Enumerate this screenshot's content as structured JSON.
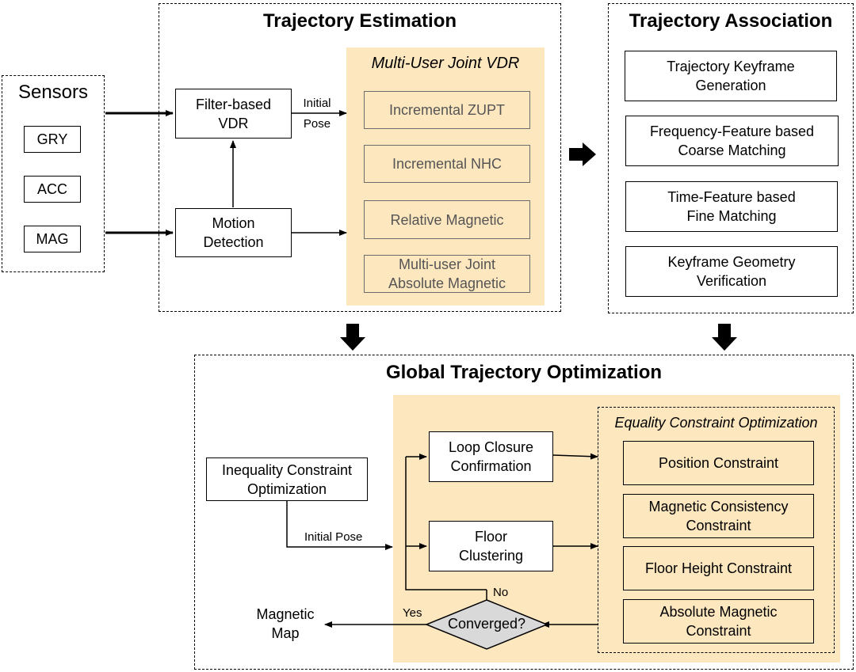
{
  "colors": {
    "panel_fill": "#fde7bf",
    "diamond_fill": "#d9d9d9",
    "line": "#000000"
  },
  "sensors": {
    "title": "Sensors",
    "items": [
      "GRY",
      "ACC",
      "MAG"
    ]
  },
  "trajectory_estimation": {
    "title": "Trajectory Estimation",
    "filter_vdr": "Filter-based\nVDR",
    "motion_detection": "Motion\nDetection",
    "initial_pose_label": "Initial\nPose",
    "multi_user": {
      "title": "Multi-User Joint VDR",
      "items": [
        "Incremental ZUPT",
        "Incremental NHC",
        "Relative Magnetic",
        "Multi-user Joint\nAbsolute Magnetic"
      ]
    }
  },
  "trajectory_association": {
    "title": "Trajectory Association",
    "items": [
      "Trajectory Keyframe\nGeneration",
      "Frequency-Feature based\nCoarse Matching",
      "Time-Feature based\nFine Matching",
      "Keyframe Geometry\nVerification"
    ]
  },
  "global_optimization": {
    "title": "Global Trajectory Optimization",
    "inequality": "Inequality Constraint\nOptimization",
    "initial_pose_label": "Initial Pose",
    "loop_closure": "Loop Closure\nConfirmation",
    "floor_clustering": "Floor\nClustering",
    "converged": "Converged?",
    "no_label": "No",
    "yes_label": "Yes",
    "magnetic_map": "Magnetic\nMap",
    "equality": {
      "title": "Equality Constraint Optimization",
      "items": [
        "Position Constraint",
        "Magnetic Consistency\nConstraint",
        "Floor Height Constraint",
        "Absolute Magnetic\nConstraint"
      ]
    }
  }
}
